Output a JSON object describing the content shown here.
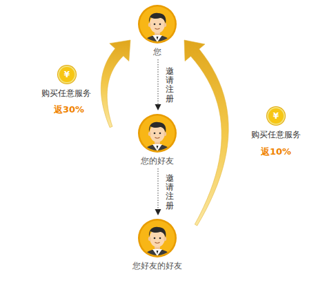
{
  "diagram": {
    "nodes": [
      {
        "text": [
          "您"
        ]
      },
      {
        "text": [
          "您的好友"
        ]
      },
      {
        "text": [
          "您好友的好友"
        ]
      }
    ],
    "edges": [
      {
        "from": 0,
        "to": 1,
        "arrow": "to",
        "label": "邀请注册"
      },
      {
        "from": 1,
        "to": 2,
        "arrow": "to",
        "label": "邀请注册"
      },
      {
        "from": 1,
        "to": 0,
        "arrow": "to"
      },
      {
        "from": 2,
        "to": 0,
        "arrow": "to"
      }
    ],
    "labels": [
      "¥",
      "购买任意服务",
      "返30%",
      "¥",
      "购买任意服务",
      "返10%"
    ]
  }
}
